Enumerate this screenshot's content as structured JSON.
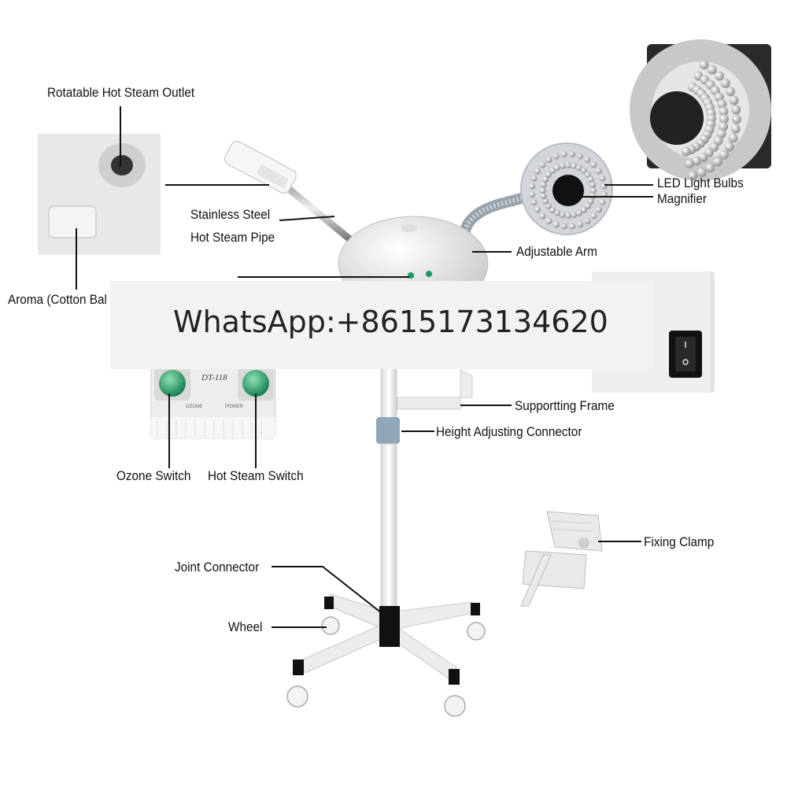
{
  "labels": {
    "steam_outlet": "Rotatable Hot Steam Outlet",
    "pipe_line1": "Stainless Steel",
    "pipe_line2": "Hot Steam Pipe",
    "aroma": "Aroma (Cotton Bal",
    "led_bulbs": "LED Light Bulbs",
    "magnifier": "Magnifier",
    "adjustable_arm": "Adjustable Arm",
    "supporting_frame": "Supportting Frame",
    "height_connector": "Height Adjusting Connector",
    "ozone_switch": "Ozone Switch",
    "hot_steam_switch": "Hot Steam Switch",
    "fixing_clamp": "Fixing Clamp",
    "joint_connector": "Joint Connector",
    "wheel": "Wheel"
  },
  "panel": {
    "model": "DT-118",
    "ozone": "OZONE",
    "power": "POWER"
  },
  "banner": {
    "text": "WhatsApp:+8615173134620"
  }
}
